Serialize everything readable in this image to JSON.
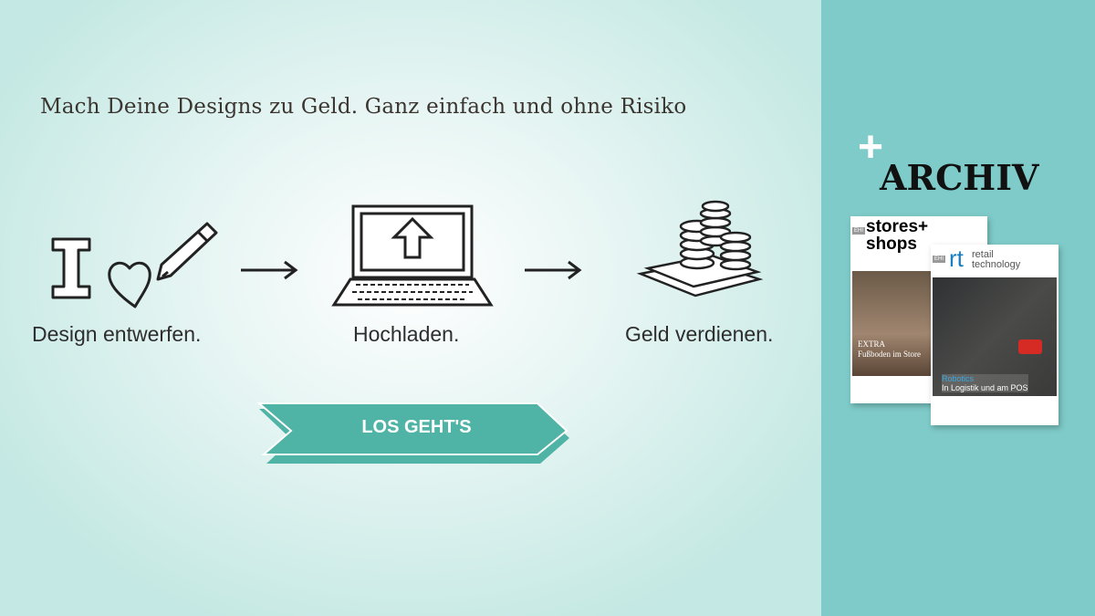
{
  "headline": "Mach Deine Designs zu Geld. Ganz einfach und ohne Risiko",
  "steps": [
    {
      "label": "Design entwerfen.",
      "icon": "i-love-pencil-icon"
    },
    {
      "label": "Hochladen.",
      "icon": "laptop-upload-icon"
    },
    {
      "label": "Geld verdienen.",
      "icon": "coins-money-icon"
    }
  ],
  "cta": {
    "label": "LOS GEHT'S",
    "color": "#4fb3a5"
  },
  "archive": {
    "plus": "+",
    "label": "ARCHIV",
    "bg": "#7ecbc9"
  },
  "magazines": [
    {
      "publisher": "EHI",
      "title_line1": "stores+",
      "title_line2": "shops",
      "cover_text1": "EXTRA",
      "cover_text2": "Fußboden im Store"
    },
    {
      "publisher": "EHI",
      "logo": "rt",
      "title_line1": "retail",
      "title_line2": "technology",
      "cover_text1": "Robotics",
      "cover_text2": "In Logistik und am POS"
    }
  ]
}
